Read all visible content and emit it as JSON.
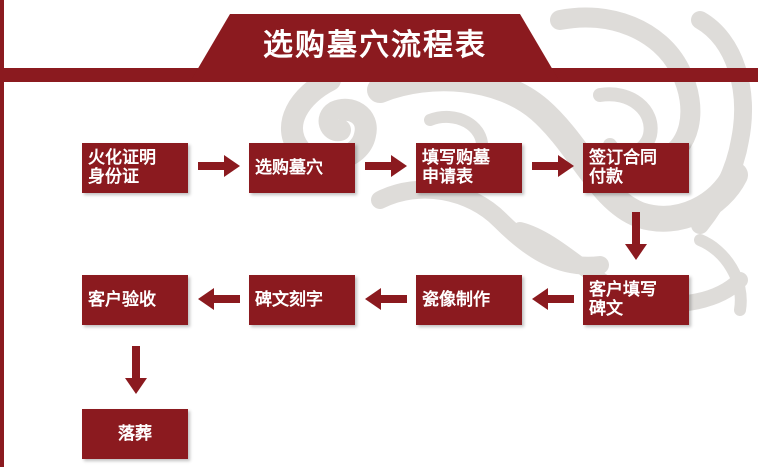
{
  "title": "选购墓穴流程表",
  "colors": {
    "accent": "#8b1a1f",
    "background": "#ffffff",
    "decoration": "#d9d6d3"
  },
  "steps": [
    {
      "label": "火化证明\n身份证"
    },
    {
      "label": "选购墓穴"
    },
    {
      "label": "填写购墓\n申请表"
    },
    {
      "label": "签订合同\n付款"
    },
    {
      "label": "客户填写\n碑文"
    },
    {
      "label": "瓷像制作"
    },
    {
      "label": "碑文刻字"
    },
    {
      "label": "客户验收"
    },
    {
      "label": "落葬"
    }
  ]
}
